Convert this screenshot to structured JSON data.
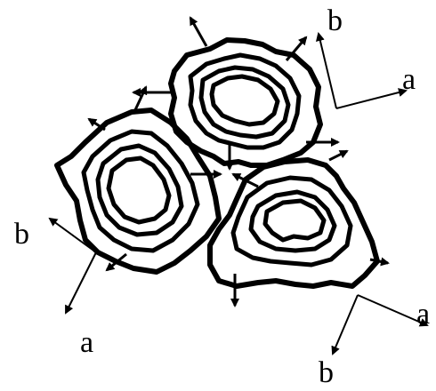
{
  "labels": {
    "top_right_b": "b",
    "top_right_a": "a",
    "left_b": "b",
    "left_a": "a",
    "bottom_right_a": "a",
    "bottom_right_b": "b"
  },
  "colors": {
    "outer_fill": "#ff9966",
    "middle_fill": "#ffcc99",
    "core_fill": "#ffcccc",
    "outline": "#000000"
  }
}
